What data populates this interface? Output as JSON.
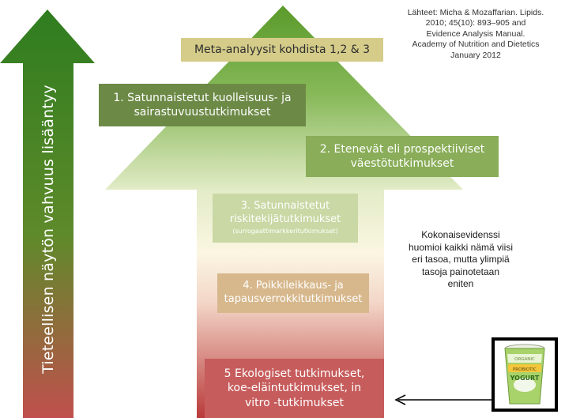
{
  "vertical_axis_label": "Tieteellisen näytön vahvuus lisääntyy",
  "sources": [
    "Lähteet: Micha & Mozaffarian. Lipids.",
    "2010; 45(10): 893–905 and",
    "Evidence Analysis Manual.",
    "Academy of Nutrition and Dietetics",
    "January 2012"
  ],
  "meta_box": "Meta-analyysit kohdista 1,2 & 3",
  "levels": [
    {
      "lines": [
        "1. Satunnaistetut kuolleisuus- ja",
        "sairastuvuustutkimukset"
      ]
    },
    {
      "lines": [
        "2. Etenevät eli prospektiiviset",
        "väestötutkimukset"
      ]
    },
    {
      "lines": [
        "3. Satunnaistetut",
        "riskitekijätutkimukset"
      ],
      "sub": "(surrogaattimarkkeritutkimukset)"
    },
    {
      "lines": [
        "4. Poikkileikkaus- ja",
        "tapausverrokkitutkimukset"
      ]
    },
    {
      "lines": [
        "5 Ekologiset tutkimukset,",
        "koe-eläintutkimukset, in",
        "vitro -tutkimukset"
      ]
    }
  ],
  "summary": [
    "Kokonaisevidenssi",
    "huomioi kaikki nämä viisi",
    "eri tasoa, mutta ylimpiä",
    "tasoja painotetaan",
    "eniten"
  ],
  "yogurt": {
    "label_top": "ORGANIC",
    "label_mid": "PROBIOTIC",
    "label_main": "YOGURT"
  },
  "colors": {
    "arrow_left_top": "#2e7d1f",
    "arrow_left_bottom": "#c0504d",
    "arrow_big_top": "#5a9a2a",
    "arrow_big_mid": "#fbf6e2",
    "arrow_big_bottom": "#b93a3a",
    "level1": "#6c8a46",
    "level2": "#89ad58",
    "level3": "#c9d8a4",
    "level4": "#d7b88d",
    "level5": "#c75c5c",
    "meta": "#d5cc8a"
  },
  "icons": [
    "up-arrow-evidence-icon",
    "big-arrow-pyramid-icon",
    "pointer-arrow-icon",
    "yogurt-cup-icon"
  ]
}
